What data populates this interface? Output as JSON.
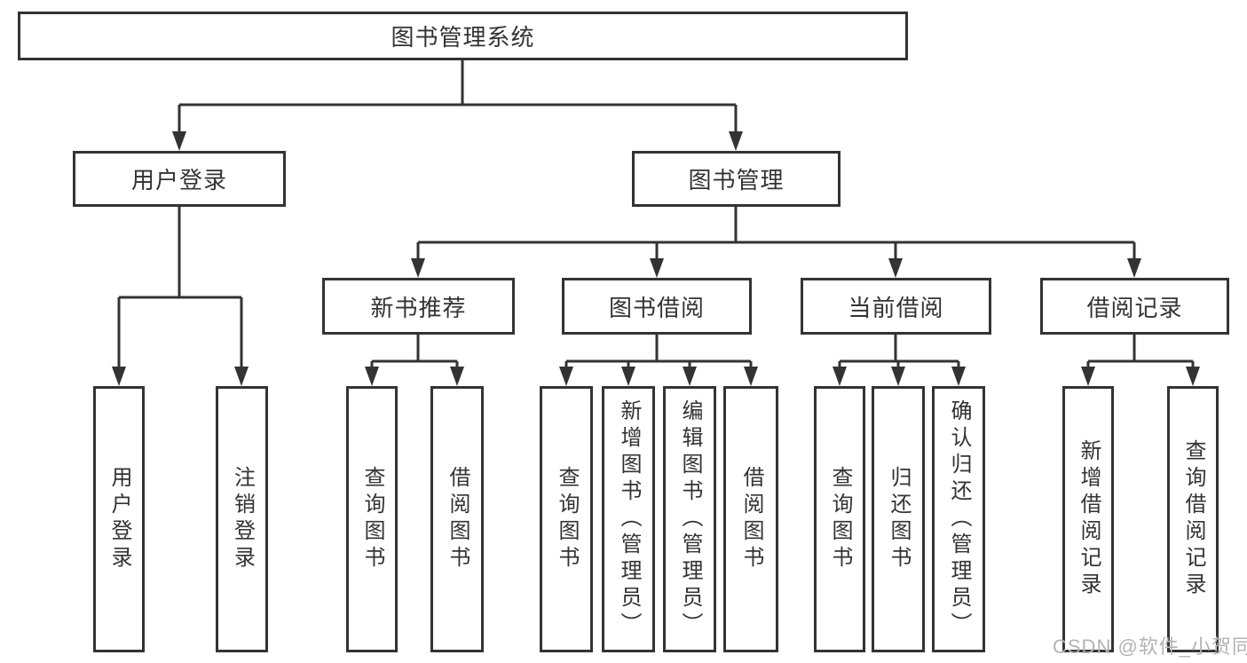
{
  "diagram": {
    "root": {
      "label": "图书管理系统"
    },
    "user_login": {
      "label": "用户登录",
      "children": [
        {
          "label": "用户登录"
        },
        {
          "label": "注销登录"
        }
      ]
    },
    "book_management": {
      "label": "图书管理",
      "sections": [
        {
          "label": "新书推荐",
          "children": [
            {
              "label": "查询图书"
            },
            {
              "label": "借阅图书"
            }
          ]
        },
        {
          "label": "图书借阅",
          "children": [
            {
              "label": "查询图书"
            },
            {
              "label": "新增图书（管理员）"
            },
            {
              "label": "编辑图书（管理员）"
            },
            {
              "label": "借阅图书"
            }
          ]
        },
        {
          "label": "当前借阅",
          "children": [
            {
              "label": "查询图书"
            },
            {
              "label": "归还图书"
            },
            {
              "label": "确认归还（管理员）"
            }
          ]
        },
        {
          "label": "借阅记录",
          "children": [
            {
              "label": "新增借阅记录"
            },
            {
              "label": "查询借阅记录"
            }
          ]
        }
      ]
    }
  },
  "watermark": {
    "text": "CSDN @软件_小贺同学"
  },
  "colors": {
    "line": "#333333",
    "border": "#333333",
    "text": "#333333",
    "background": "#ffffff",
    "watermark": "#b3b3b3"
  }
}
